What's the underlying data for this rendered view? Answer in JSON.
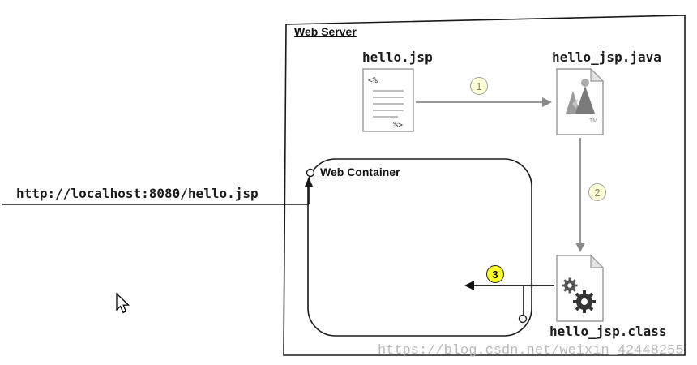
{
  "server": {
    "label": "Web Server"
  },
  "container": {
    "label": "Web Container"
  },
  "request": {
    "url": "http://localhost:8080/hello.jsp"
  },
  "files": {
    "jsp": {
      "label": "hello.jsp",
      "open_tag": "<%",
      "close_tag": "%>"
    },
    "java": {
      "label": "hello_jsp.java",
      "tm": "TM"
    },
    "class": {
      "label": "hello_jsp.class"
    }
  },
  "steps": {
    "one": "1",
    "two": "2",
    "three": "3"
  },
  "watermark": {
    "text": "https://blog.csdn.net/weixin_42448255"
  },
  "colors": {
    "box_border": "#1a1a1a",
    "gray_arrow": "#8a8a8a",
    "icon_border": "#999999",
    "step_badge_bg": "#ffffd9",
    "step_badge_border": "#a0a0a0",
    "step3_badge_bg": "#ffff2f",
    "watermark_text": "#b0b0b0"
  }
}
